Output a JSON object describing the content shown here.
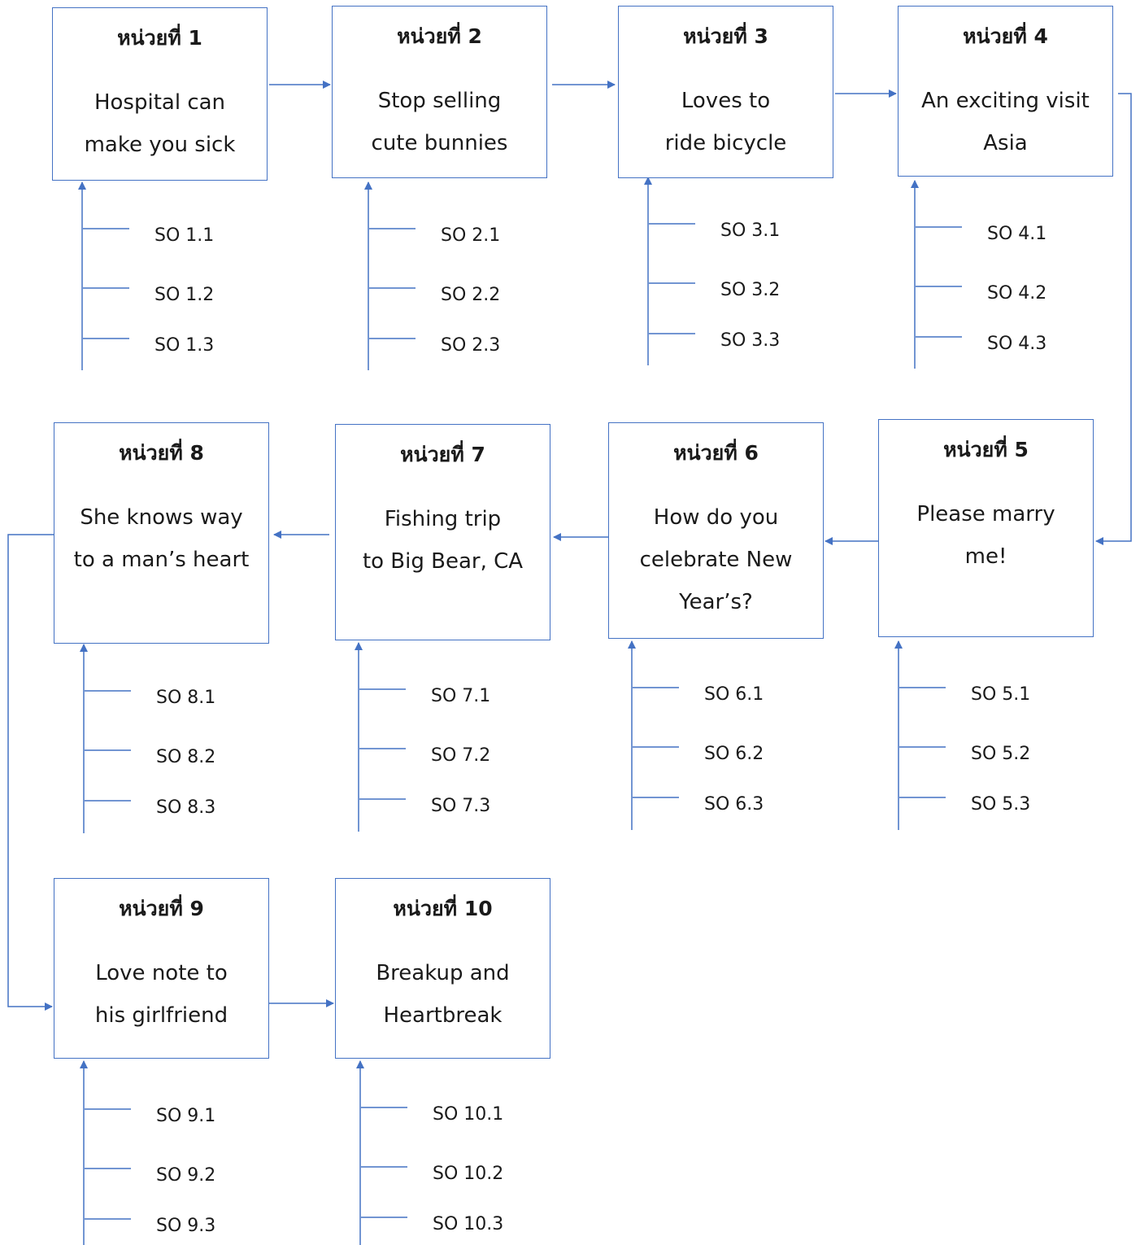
{
  "colors": {
    "line": "#4472c4",
    "text": "#1a1a1a",
    "background": "#ffffff"
  },
  "units": [
    {
      "title": "หน่วยที่ 1",
      "lines": [
        "Hospital can",
        "make you sick"
      ],
      "objectives": [
        "SO 1.1",
        "SO 1.2",
        "SO 1.3"
      ]
    },
    {
      "title": "หน่วยที่ 2",
      "lines": [
        "Stop selling",
        "cute bunnies"
      ],
      "objectives": [
        "SO 2.1",
        "SO 2.2",
        "SO 2.3"
      ]
    },
    {
      "title": "หน่วยที่ 3",
      "lines": [
        "Loves to",
        "ride bicycle"
      ],
      "objectives": [
        "SO 3.1",
        "SO 3.2",
        "SO 3.3"
      ]
    },
    {
      "title": "หน่วยที่ 4",
      "lines": [
        "An exciting visit",
        "Asia"
      ],
      "objectives": [
        "SO 4.1",
        "SO 4.2",
        "SO 4.3"
      ]
    },
    {
      "title": "หน่วยที่ 5",
      "lines": [
        "Please marry",
        "me!"
      ],
      "objectives": [
        "SO 5.1",
        "SO 5.2",
        "SO 5.3"
      ]
    },
    {
      "title": "หน่วยที่ 6",
      "lines": [
        "How do you",
        "celebrate New",
        "Year’s?"
      ],
      "objectives": [
        "SO 6.1",
        "SO 6.2",
        "SO 6.3"
      ]
    },
    {
      "title": "หน่วยที่ 7",
      "lines": [
        "Fishing trip",
        "to Big Bear, CA"
      ],
      "objectives": [
        "SO 7.1",
        "SO 7.2",
        "SO 7.3"
      ]
    },
    {
      "title": "หน่วยที่ 8",
      "lines": [
        "She knows way",
        "to a man’s heart"
      ],
      "objectives": [
        "SO 8.1",
        "SO 8.2",
        "SO 8.3"
      ]
    },
    {
      "title": "หน่วยที่ 9",
      "lines": [
        "Love note to",
        "his girlfriend"
      ],
      "objectives": [
        "SO 9.1",
        "SO 9.2",
        "SO 9.3"
      ]
    },
    {
      "title": "หน่วยที่ 10",
      "lines": [
        "Breakup and",
        "Heartbreak"
      ],
      "objectives": [
        "SO 10.1",
        "SO 10.2",
        "SO 10.3"
      ]
    }
  ]
}
